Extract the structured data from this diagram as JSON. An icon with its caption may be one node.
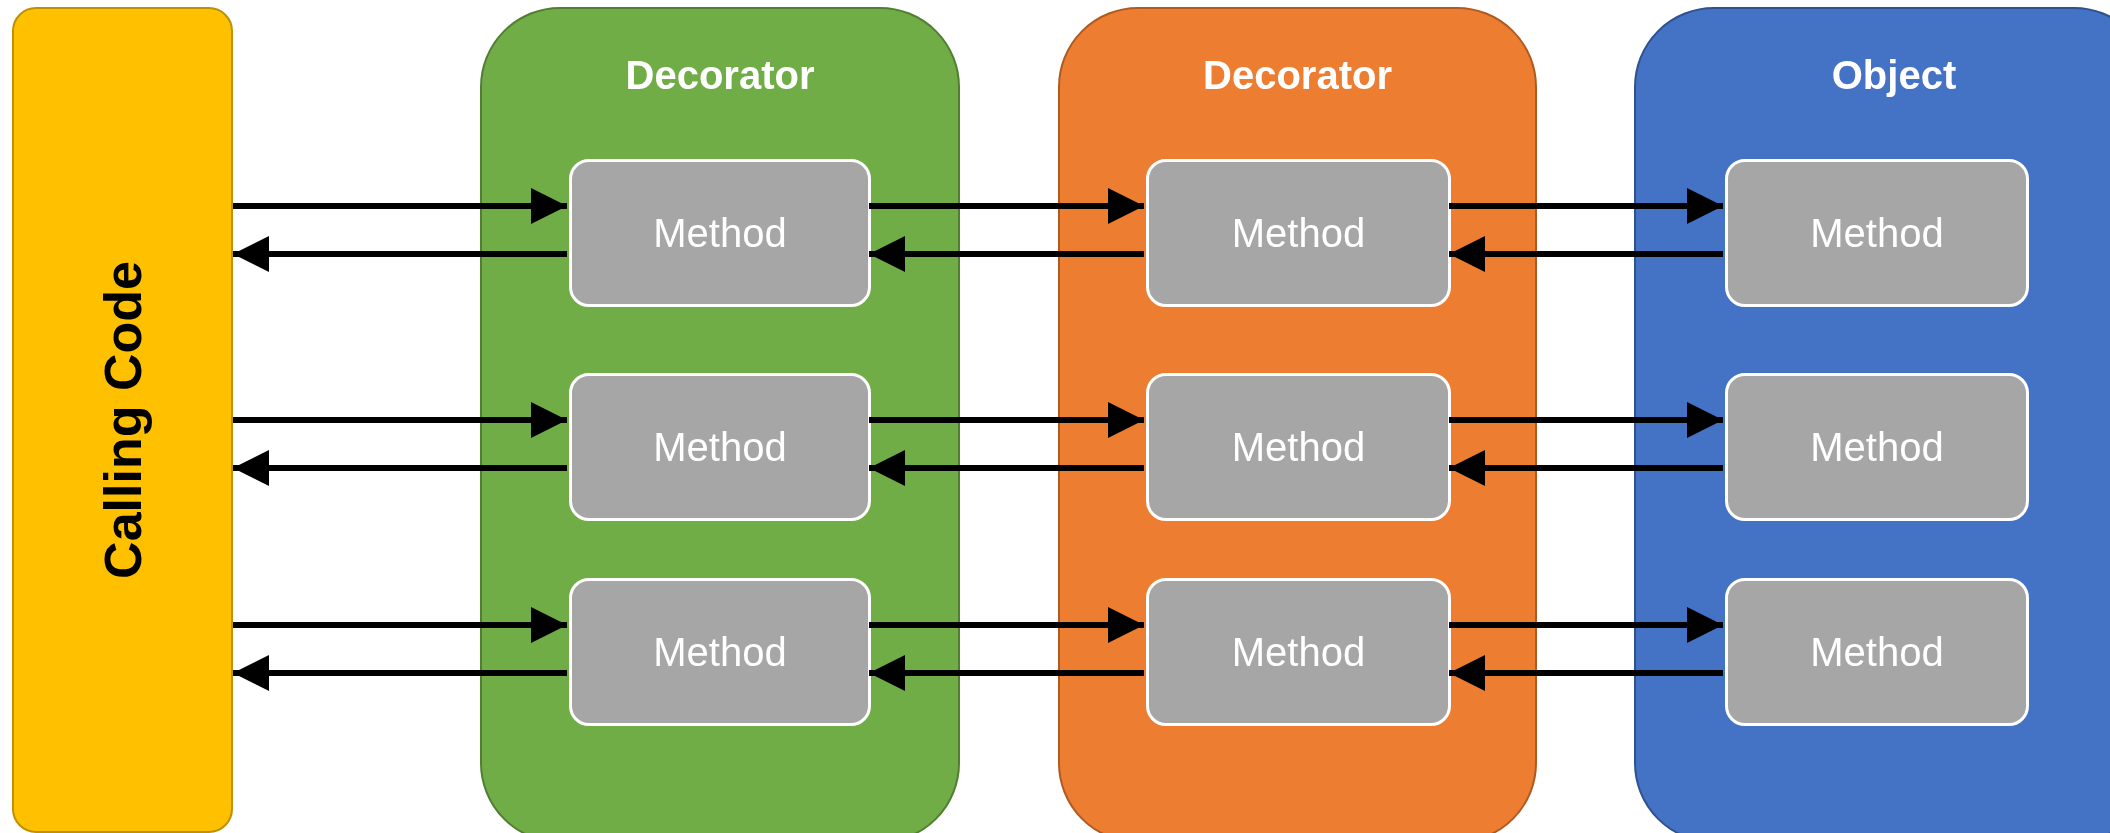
{
  "diagram": {
    "nodes": [
      {
        "text": [
          "Calling Code"
        ]
      },
      {
        "text": [
          "Decorator"
        ]
      },
      {
        "text": [
          "Method"
        ],
        "in": 1
      },
      {
        "text": [
          "Method"
        ],
        "in": 1
      },
      {
        "text": [
          "Method"
        ],
        "in": 1
      },
      {
        "text": [
          "Decorator"
        ]
      },
      {
        "text": [
          "Method"
        ],
        "in": 5
      },
      {
        "text": [
          "Method"
        ],
        "in": 5
      },
      {
        "text": [
          "Method"
        ],
        "in": 5
      },
      {
        "text": [
          "Object"
        ]
      },
      {
        "text": [
          "Method"
        ],
        "in": 9
      },
      {
        "text": [
          "Method"
        ],
        "in": 9
      },
      {
        "text": [
          "Method"
        ],
        "in": 9
      }
    ],
    "edges": [
      {
        "from": 0,
        "to": 2,
        "arrow": "to"
      },
      {
        "from": 2,
        "to": 0,
        "arrow": "to"
      },
      {
        "from": 2,
        "to": 6,
        "arrow": "to"
      },
      {
        "from": 6,
        "to": 2,
        "arrow": "to"
      },
      {
        "from": 6,
        "to": 10,
        "arrow": "to"
      },
      {
        "from": 10,
        "to": 6,
        "arrow": "to"
      },
      {
        "from": 0,
        "to": 3,
        "arrow": "to"
      },
      {
        "from": 3,
        "to": 0,
        "arrow": "to"
      },
      {
        "from": 3,
        "to": 7,
        "arrow": "to"
      },
      {
        "from": 7,
        "to": 3,
        "arrow": "to"
      },
      {
        "from": 7,
        "to": 11,
        "arrow": "to"
      },
      {
        "from": 11,
        "to": 7,
        "arrow": "to"
      },
      {
        "from": 0,
        "to": 4,
        "arrow": "to"
      },
      {
        "from": 4,
        "to": 0,
        "arrow": "to"
      },
      {
        "from": 4,
        "to": 8,
        "arrow": "to"
      },
      {
        "from": 8,
        "to": 4,
        "arrow": "to"
      },
      {
        "from": 8,
        "to": 12,
        "arrow": "to"
      },
      {
        "from": 12,
        "to": 8,
        "arrow": "to"
      }
    ]
  }
}
